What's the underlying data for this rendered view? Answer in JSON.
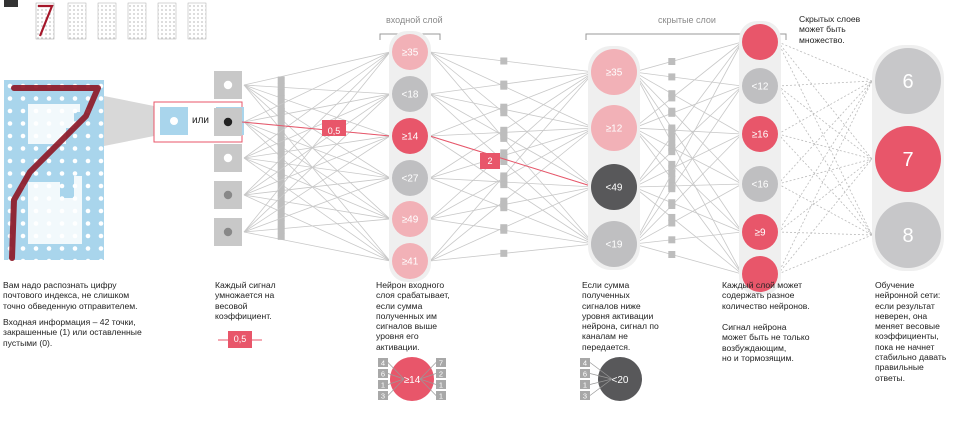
{
  "labels": {
    "input_layer": "входной слой",
    "hidden_layers": "скрытые слои",
    "many_hidden": "Скрытых слоев\nможет быть\nмножество.",
    "or": "или"
  },
  "texts": {
    "recognize": "Вам надо распознать цифру\nпочтового индекса, не слишком\nточно обведенную отправителем.",
    "input_info": "Входная информация – 42 точки,\nзакрашенные (1) или оставленные\nпустыми (0).",
    "weight": "Каждый сигнал\nумножается на\nвесовой\nкоэффициент.",
    "fires": "Нейрон входного\nслоя срабатывает,\nесли сумма\nполученных им\nсигналов выше\nуровня его\nактивации.",
    "not_fire": "Если сумма\nполученных\nсигналов ниже\nуровня активации\nнейрона, сигнал по\nканалам не\nпередается.",
    "layer_count": "Каждый слой может\nсодержать разное\nколичество нейронов.",
    "excite": "Сигнал нейрона\nможет быть не только\nвозбуждающим,\nно и тормозящим.",
    "training": "Обучение\nнейронной сети:\nесли результат\nневерен, она\nменяет весовые\nкоэффициенты,\nпока не начнет\nстабильно давать\nправильные\nответы."
  },
  "weights": {
    "w1": "0,5",
    "w2": "2",
    "legend": "0,5"
  },
  "input_layer": [
    {
      "label": "≥35",
      "color": "#f2b1b7"
    },
    {
      "label": "<18",
      "color": "#bfbfc1"
    },
    {
      "label": "≥14",
      "color": "#e8566a"
    },
    {
      "label": "<27",
      "color": "#bfbfc1"
    },
    {
      "label": "≥49",
      "color": "#f2b1b7"
    },
    {
      "label": "≥41",
      "color": "#f2b1b7"
    }
  ],
  "hidden1": [
    {
      "label": "≥35",
      "color": "#f2b1b7"
    },
    {
      "label": "≥12",
      "color": "#f2b1b7"
    },
    {
      "label": "<49",
      "color": "#58585a"
    },
    {
      "label": "<19",
      "color": "#bfbfc1"
    }
  ],
  "hidden2": [
    {
      "label": "",
      "color": "#e8566a"
    },
    {
      "label": "<12",
      "color": "#bfbfc1"
    },
    {
      "label": "≥16",
      "color": "#e8566a"
    },
    {
      "label": "<16",
      "color": "#bfbfc1"
    },
    {
      "label": "≥9",
      "color": "#e8566a"
    },
    {
      "label": "",
      "color": "#e8566a"
    }
  ],
  "outputs": [
    {
      "label": "6",
      "color": "#c7c7c9"
    },
    {
      "label": "7",
      "color": "#e8566a"
    },
    {
      "label": "8",
      "color": "#c7c7c9"
    }
  ],
  "examples": {
    "fire": {
      "label": "≥14",
      "left": [
        "4",
        "6",
        "1",
        "3"
      ],
      "right": [
        "7",
        "2",
        "1",
        "1"
      ]
    },
    "nofire": {
      "label": "<20",
      "left": [
        "4",
        "6",
        "1",
        "3"
      ]
    }
  },
  "colors": {
    "red": "#e8566a",
    "pink": "#f2b1b7",
    "gray": "#bfbfc1",
    "dark": "#58585a",
    "cyan": "#a9d5ec"
  }
}
